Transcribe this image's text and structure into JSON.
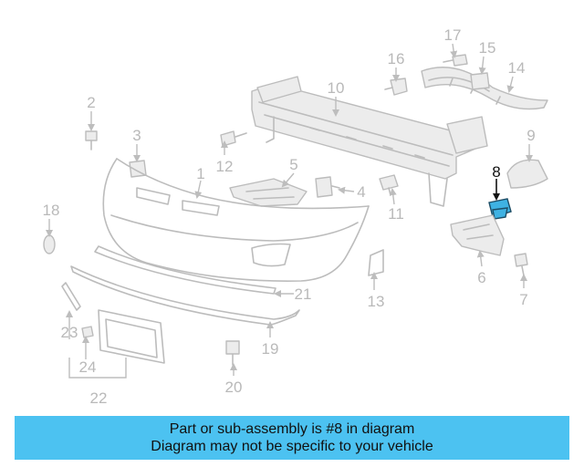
{
  "diagram": {
    "highlighted_part": "8",
    "callouts": [
      "1",
      "2",
      "3",
      "4",
      "5",
      "6",
      "7",
      "8",
      "9",
      "10",
      "11",
      "12",
      "13",
      "14",
      "15",
      "16",
      "17",
      "18",
      "19",
      "20",
      "21",
      "22",
      "23",
      "24"
    ]
  },
  "banner": {
    "line1": "Part or sub-assembly is #8 in diagram",
    "line2": "Diagram may not be specific to your vehicle"
  },
  "colors": {
    "banner_bg": "#4cc2f1",
    "highlight_part": "#3fb2e3",
    "line_art": "#bcbcbc"
  }
}
